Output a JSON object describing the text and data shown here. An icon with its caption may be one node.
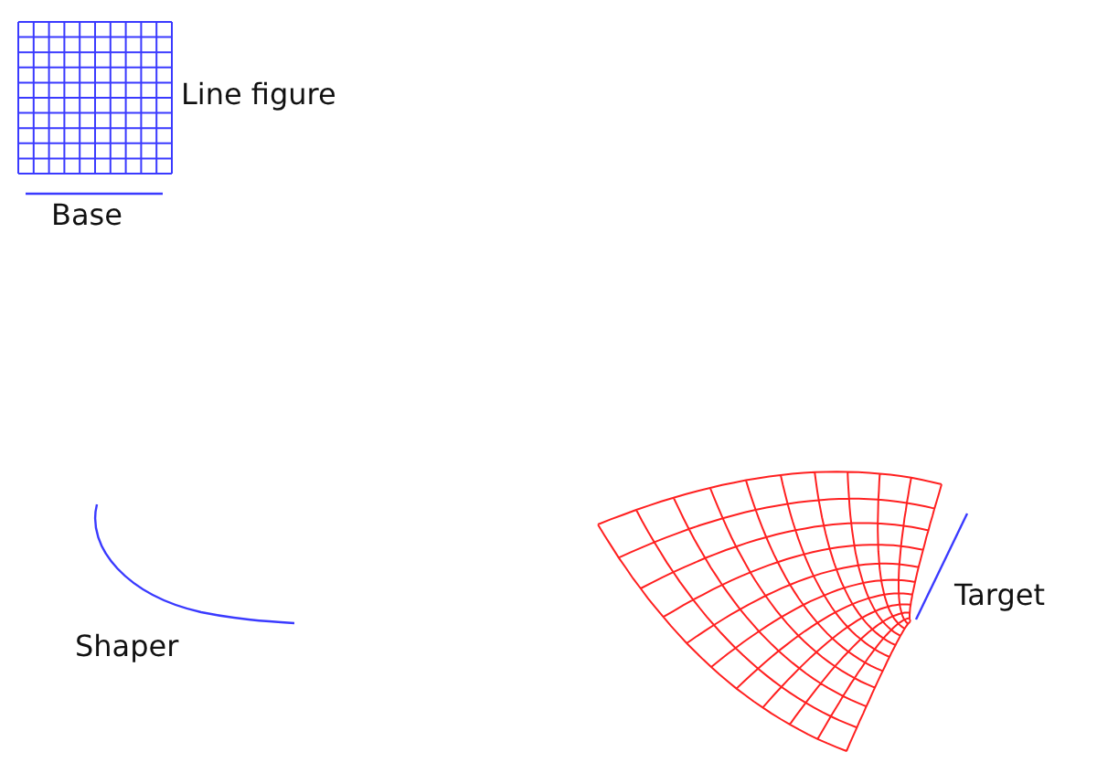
{
  "diagram": {
    "labels": [
      "Line figure",
      "Base",
      "Shaper",
      "Target"
    ]
  }
}
